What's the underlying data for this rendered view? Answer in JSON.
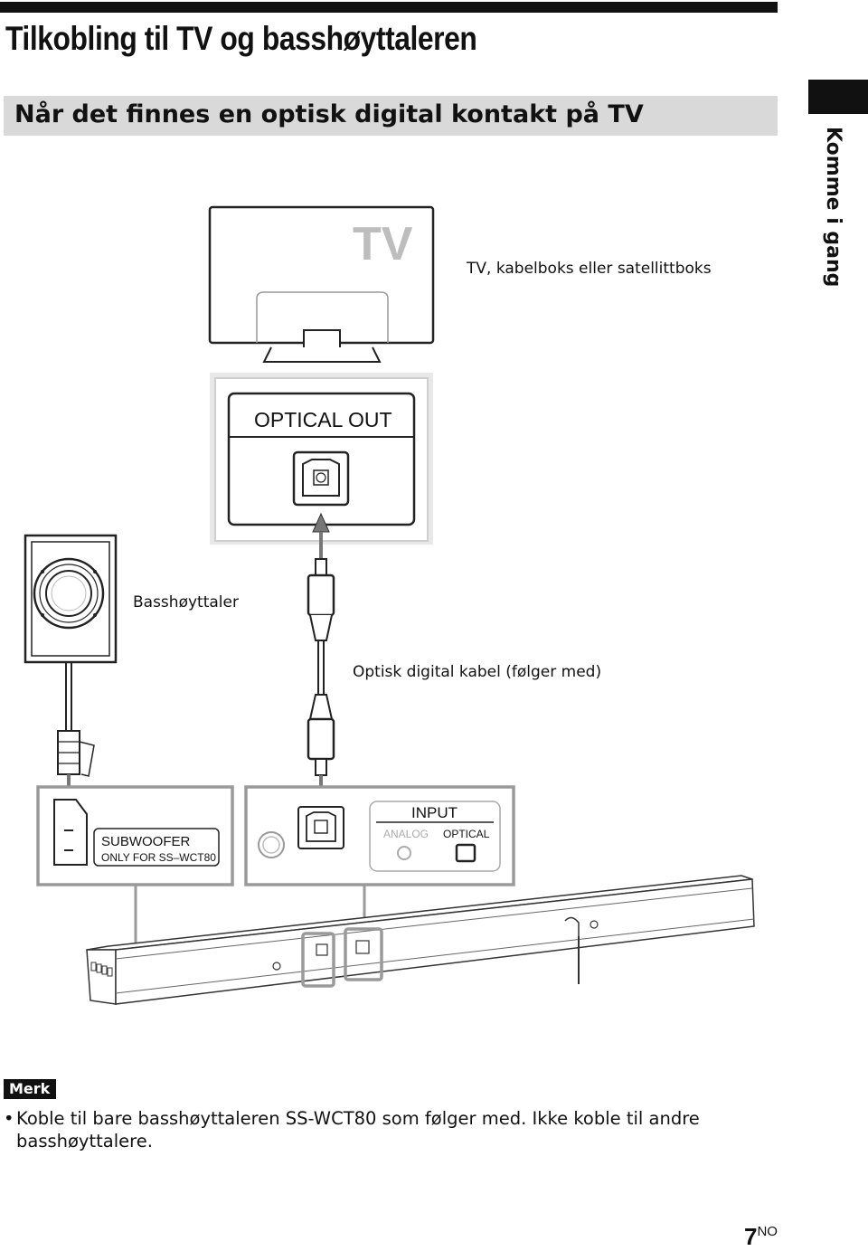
{
  "header": {
    "title": "Tilkobling til TV og basshøyttaleren",
    "subtitle": "Når det finnes en optisk digital kontakt på TV"
  },
  "side_tab": {
    "label": "Komme i gang"
  },
  "diagram": {
    "tv_logo": "TV",
    "tv_caption": "TV, kabelboks eller satellittboks",
    "optical_out_label": "OPTICAL  OUT",
    "subwoofer_caption": "Basshøyttaler",
    "cable_caption": "Optisk digital kabel (følger med)",
    "subwoofer_port_line1": "SUBWOOFER",
    "subwoofer_port_line2": "ONLY FOR  SS–WCT80",
    "input_title": "INPUT",
    "input_analog": "ANALOG",
    "input_optical": "OPTICAL"
  },
  "note": {
    "badge": "Merk",
    "bullet": "•",
    "text": "Koble til bare basshøyttaleren SS-WCT80 som følger med. Ikke koble til andre basshøyttalere."
  },
  "footer": {
    "page_number": "7",
    "lang": "NO"
  }
}
